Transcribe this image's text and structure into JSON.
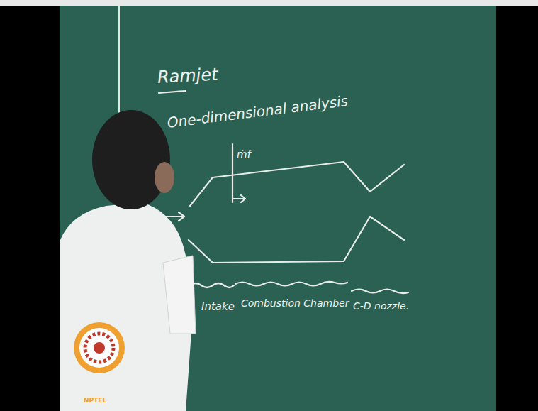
{
  "diagram": {
    "labels": [
      "Ramjet",
      "One-dimensional analysis",
      "ṁf",
      "Intake",
      "Combustion Chamber",
      "C-D nozzle.",
      "NPTEL"
    ]
  }
}
